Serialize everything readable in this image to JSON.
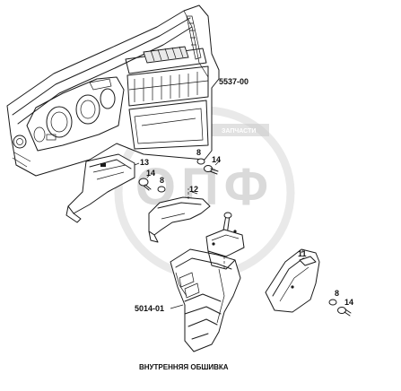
{
  "assemblies": {
    "dashboard": "5537-00",
    "console": "5014-01"
  },
  "parts": {
    "p13": "13",
    "p14a": "14",
    "p8a": "8",
    "p8b": "8",
    "p14b": "14",
    "p12": "12",
    "p11": "11",
    "p8c": "8",
    "p14c": "14"
  },
  "watermark": {
    "brand": "ЗАПЧАСТИ",
    "letters": "ОПФ"
  },
  "caption": "ВНУТРЕННЯЯ ОБШИВКА"
}
